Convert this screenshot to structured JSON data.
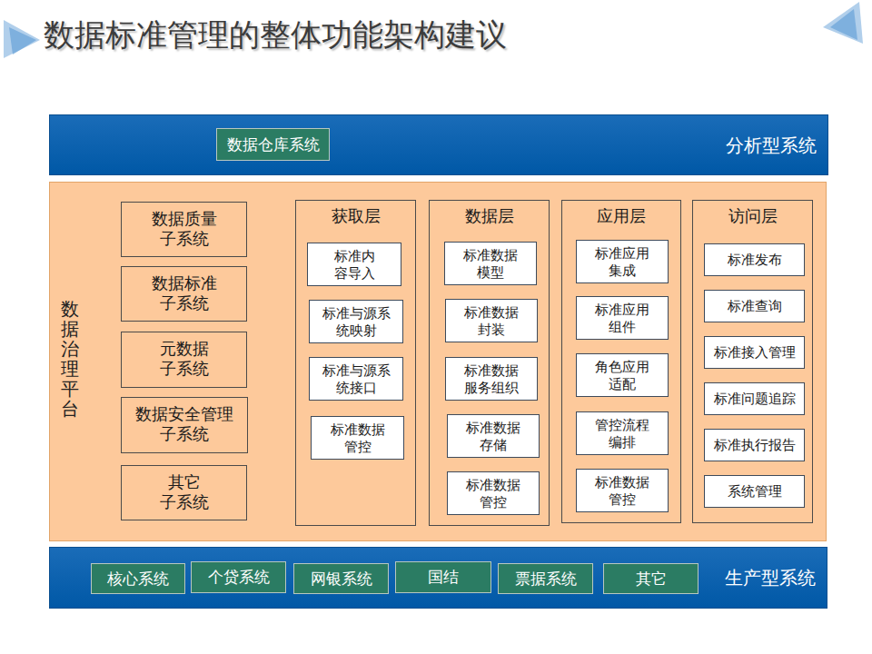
{
  "diagram": {
    "title": "数据标准管理的整体功能架构建议",
    "nodes": [
      {
        "text": [
          "分析型系统"
        ]
      },
      {
        "text": [
          "数据仓库系统"
        ],
        "in": 0
      },
      {
        "text": [
          "数据治理平台"
        ]
      },
      {
        "text": [
          "数据质量 子系统"
        ],
        "in": 2
      },
      {
        "text": [
          "数据标准 子系统"
        ],
        "in": 2
      },
      {
        "text": [
          "元数据 子系统"
        ],
        "in": 2
      },
      {
        "text": [
          "数据安全管理 子系统"
        ],
        "in": 2
      },
      {
        "text": [
          "其它 子系统"
        ],
        "in": 2
      },
      {
        "text": [
          "获取层"
        ],
        "in": 2
      },
      {
        "text": [
          "标准内 容导入"
        ],
        "in": 8
      },
      {
        "text": [
          "标准与源系 统映射"
        ],
        "in": 8
      },
      {
        "text": [
          "标准与源系 统接口"
        ],
        "in": 8
      },
      {
        "text": [
          "标准数据 管控"
        ],
        "in": 8
      },
      {
        "text": [
          "数据层"
        ],
        "in": 2
      },
      {
        "text": [
          "标准数据 模型"
        ],
        "in": 13
      },
      {
        "text": [
          "标准数据 封装"
        ],
        "in": 13
      },
      {
        "text": [
          "标准数据 服务组织"
        ],
        "in": 13
      },
      {
        "text": [
          "标准数据 存储"
        ],
        "in": 13
      },
      {
        "text": [
          "标准数据 管控"
        ],
        "in": 13
      },
      {
        "text": [
          "应用层"
        ],
        "in": 2
      },
      {
        "text": [
          "标准应用 集成"
        ],
        "in": 19
      },
      {
        "text": [
          "标准应用 组件"
        ],
        "in": 19
      },
      {
        "text": [
          "角色应用 适配"
        ],
        "in": 19
      },
      {
        "text": [
          "管控流程 编排"
        ],
        "in": 19
      },
      {
        "text": [
          "标准数据 管控"
        ],
        "in": 19
      },
      {
        "text": [
          "访问层"
        ],
        "in": 2
      },
      {
        "text": [
          "标准发布"
        ],
        "in": 25
      },
      {
        "text": [
          "标准查询"
        ],
        "in": 25
      },
      {
        "text": [
          "标准接入管理"
        ],
        "in": 25
      },
      {
        "text": [
          "标准问题追踪"
        ],
        "in": 25
      },
      {
        "text": [
          "标准执行报告"
        ],
        "in": 25
      },
      {
        "text": [
          "系统管理"
        ],
        "in": 25
      },
      {
        "text": [
          "生产型系统"
        ]
      },
      {
        "text": [
          "核心系统"
        ],
        "in": 32
      },
      {
        "text": [
          "个贷系统"
        ],
        "in": 32
      },
      {
        "text": [
          "网银系统"
        ],
        "in": 32
      },
      {
        "text": [
          "国结"
        ],
        "in": 32
      },
      {
        "text": [
          "票据系统"
        ],
        "in": 32
      },
      {
        "text": [
          "其它"
        ],
        "in": 32
      }
    ]
  }
}
